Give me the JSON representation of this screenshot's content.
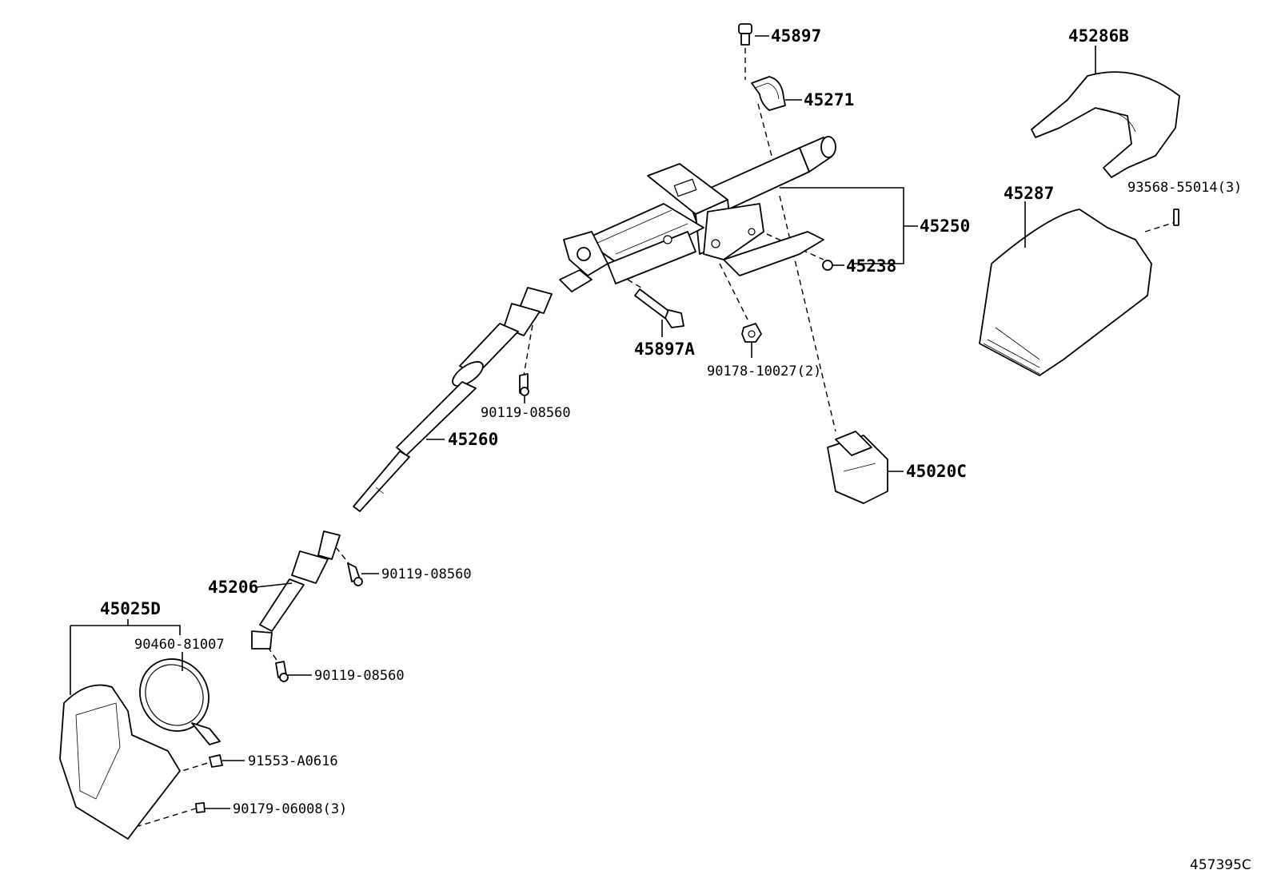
{
  "diagram": {
    "reference_code": "457395C",
    "labels": {
      "p45897": "45897",
      "p45271": "45271",
      "p45286B": "45286B",
      "p45287": "45287",
      "p93568": "93568-55014(3)",
      "p45250": "45250",
      "p45238": "45238",
      "p45897A": "45897A",
      "p90178": "90178-10027(2)",
      "p90119a": "90119-08560",
      "p45260": "45260",
      "p45020C": "45020C",
      "p45206": "45206",
      "p90119b": "90119-08560",
      "p90119c": "90119-08560",
      "p45025D": "45025D",
      "p90460": "90460-81007",
      "p91553": "91553-A0616",
      "p90179": "90179-06008(3)"
    }
  }
}
